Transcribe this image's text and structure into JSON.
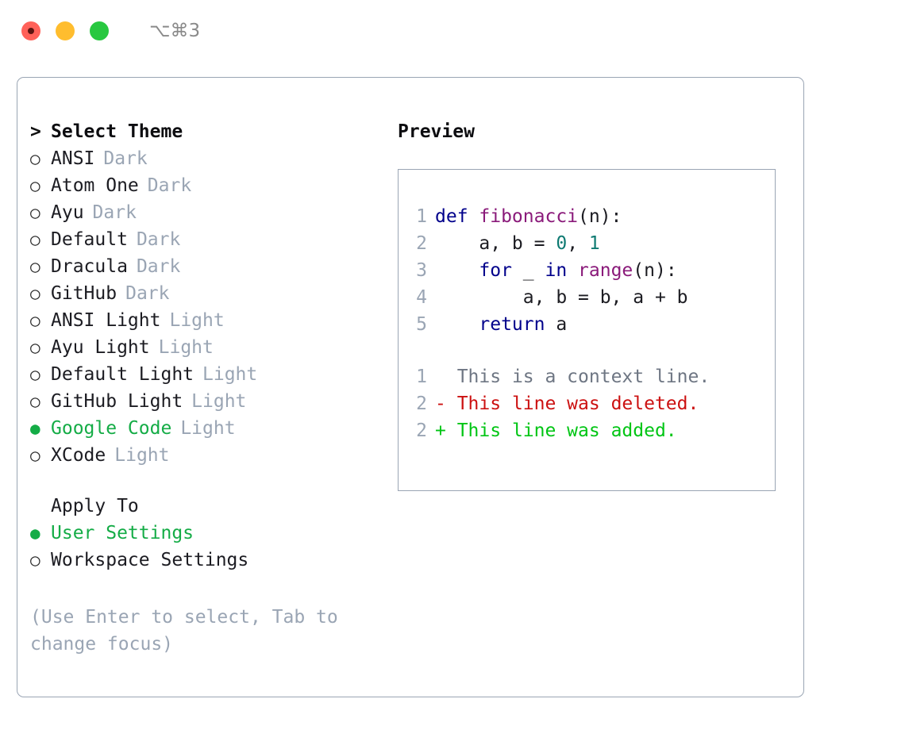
{
  "window": {
    "traffic_lights": [
      "close",
      "minimize",
      "maximize"
    ],
    "shortcut": "⌥⌘3"
  },
  "colors": {
    "selected_green": "#14ac46",
    "muted": "#9aa5b4",
    "border": "#9aa5b4",
    "keyword": "#00008b",
    "function": "#8a1a7a",
    "number": "#0e7a72",
    "diff_context": "#6e7683",
    "diff_deleted": "#cc1111",
    "diff_added": "#00c514"
  },
  "theme_picker": {
    "header_marker": ">",
    "header": "Select Theme",
    "items": [
      {
        "marker": "○",
        "name": "ANSI",
        "tag": "Dark",
        "selected": false
      },
      {
        "marker": "○",
        "name": "Atom One",
        "tag": "Dark",
        "selected": false
      },
      {
        "marker": "○",
        "name": "Ayu",
        "tag": "Dark",
        "selected": false
      },
      {
        "marker": "○",
        "name": "Default",
        "tag": "Dark",
        "selected": false
      },
      {
        "marker": "○",
        "name": "Dracula",
        "tag": "Dark",
        "selected": false
      },
      {
        "marker": "○",
        "name": "GitHub",
        "tag": "Dark",
        "selected": false
      },
      {
        "marker": "○",
        "name": "ANSI Light",
        "tag": "Light",
        "selected": false
      },
      {
        "marker": "○",
        "name": "Ayu Light",
        "tag": "Light",
        "selected": false
      },
      {
        "marker": "○",
        "name": "Default Light",
        "tag": "Light",
        "selected": false
      },
      {
        "marker": "○",
        "name": "GitHub Light",
        "tag": "Light",
        "selected": false
      },
      {
        "marker": "●",
        "name": "Google Code",
        "tag": "Light",
        "selected": true
      },
      {
        "marker": "○",
        "name": "XCode",
        "tag": "Light",
        "selected": false
      }
    ]
  },
  "apply_to": {
    "header": "Apply To",
    "items": [
      {
        "marker": "●",
        "name": "User Settings",
        "selected": true
      },
      {
        "marker": "○",
        "name": "Workspace Settings",
        "selected": false
      }
    ]
  },
  "hint": "(Use Enter to select, Tab to change focus)",
  "preview": {
    "title": "Preview",
    "code_lines": [
      {
        "num": "1",
        "tokens": [
          {
            "t": "def ",
            "c": "kw"
          },
          {
            "t": "fibonacci",
            "c": "fn"
          },
          {
            "t": "(n):",
            "c": "pl"
          }
        ]
      },
      {
        "num": "2",
        "tokens": [
          {
            "t": "    a, b = ",
            "c": "pl"
          },
          {
            "t": "0",
            "c": "num"
          },
          {
            "t": ", ",
            "c": "pl"
          },
          {
            "t": "1",
            "c": "num"
          }
        ]
      },
      {
        "num": "3",
        "tokens": [
          {
            "t": "    ",
            "c": "pl"
          },
          {
            "t": "for",
            "c": "kw"
          },
          {
            "t": " _ ",
            "c": "pl"
          },
          {
            "t": "in",
            "c": "kw"
          },
          {
            "t": " ",
            "c": "pl"
          },
          {
            "t": "range",
            "c": "fn"
          },
          {
            "t": "(n):",
            "c": "pl"
          }
        ]
      },
      {
        "num": "4",
        "tokens": [
          {
            "t": "        a, b = b, a + b",
            "c": "pl"
          }
        ]
      },
      {
        "num": "5",
        "tokens": [
          {
            "t": "    ",
            "c": "pl"
          },
          {
            "t": "return",
            "c": "kw"
          },
          {
            "t": " a",
            "c": "pl"
          }
        ]
      }
    ],
    "diff_lines": [
      {
        "num": "1",
        "sign": "  ",
        "text": "This is a context line.",
        "kind": "ctx"
      },
      {
        "num": "2",
        "sign": "- ",
        "text": "This line was deleted.",
        "kind": "del"
      },
      {
        "num": "2",
        "sign": "+ ",
        "text": "This line was added.",
        "kind": "add"
      }
    ]
  }
}
